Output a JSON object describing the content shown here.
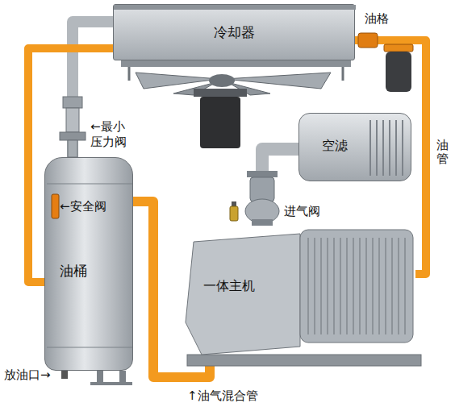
{
  "diagram": {
    "nodes": [
      {
        "text": [
          "冷却器"
        ]
      },
      {
        "text": [
          "空滤"
        ]
      },
      {
        "text": [
          "油桶"
        ]
      },
      {
        "text": [
          "一体主机"
        ]
      }
    ],
    "edges": [
      {
        "from": 2,
        "to": 0,
        "arrow": "none"
      },
      {
        "from": 2,
        "to": 0,
        "arrow": "none"
      },
      {
        "from": 0,
        "to": 3,
        "arrow": "none"
      },
      {
        "from": 3,
        "to": 2,
        "arrow": "none"
      },
      {
        "from": 1,
        "to": 3,
        "arrow": "none"
      }
    ],
    "labels": [
      "油格",
      "←最小 压力阀",
      "←安全阀",
      "进气阀",
      "油管",
      "放油口→",
      "↑油气混合管"
    ]
  }
}
